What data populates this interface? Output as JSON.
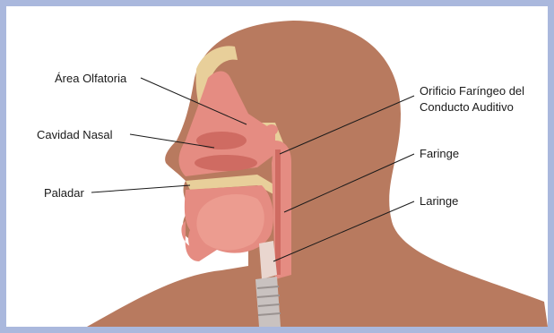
{
  "labels": {
    "area_olfatoria": "Área Olfatoria",
    "cavidad_nasal": "Cavidad Nasal",
    "paladar": "Paladar",
    "orificio_line1": "Orificio Faríngeo del",
    "orificio_line2": "Conducto Auditivo",
    "faringe": "Faringe",
    "laringe": "Laringe"
  },
  "colors": {
    "skin": "#b87a5f",
    "mucosa": "#e58c82",
    "mucosa_dark": "#cf6b62",
    "bone": "#e8cf9a",
    "background_border": "#aab8dd"
  }
}
